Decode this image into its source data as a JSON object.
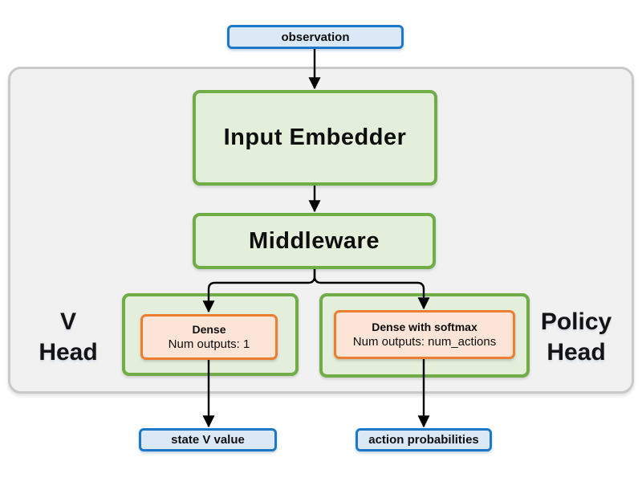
{
  "diagram": {
    "observation": {
      "label": "observation"
    },
    "input_embedder": {
      "label": "Input Embedder"
    },
    "middleware": {
      "label": "Middleware"
    },
    "v_head": {
      "label_line1": "V",
      "label_line2": "Head",
      "dense": {
        "title": "Dense",
        "subtitle": "Num outputs: 1"
      }
    },
    "policy_head": {
      "label_line1": "Policy",
      "label_line2": "Head",
      "dense": {
        "title": "Dense with softmax",
        "subtitle": "Num outputs: num_actions"
      }
    },
    "outputs": {
      "state_v_value": {
        "label": "state V value"
      },
      "action_probabilities": {
        "label": "action probabilities"
      }
    },
    "colors": {
      "blue_border": "#1e78c8",
      "blue_fill": "#dbe9f6",
      "green_border": "#70ad47",
      "green_fill": "#e3efdb",
      "orange_border": "#ed7d31",
      "orange_fill": "#fce4d6",
      "panel_fill": "#f1f1f2",
      "panel_border": "#c9c9ca",
      "arrow": "#000000"
    }
  }
}
